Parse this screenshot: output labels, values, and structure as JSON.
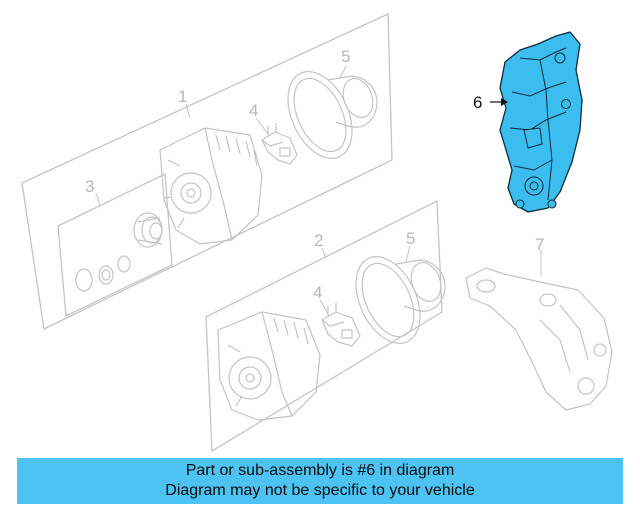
{
  "callouts": {
    "c1": "1",
    "c2": "2",
    "c3": "3",
    "c4a": "4",
    "c4b": "4",
    "c5a": "5",
    "c5b": "5",
    "c6": "6",
    "c7": "7"
  },
  "highlight_part": "6",
  "colors": {
    "highlight_fill": "#3bbdf0",
    "banner_bg": "#4cc3f2",
    "line_gray": "#c4c4c4"
  },
  "banner": {
    "line1": "Part or sub-assembly is #6 in diagram",
    "line2": "Diagram may not be specific to your vehicle"
  }
}
